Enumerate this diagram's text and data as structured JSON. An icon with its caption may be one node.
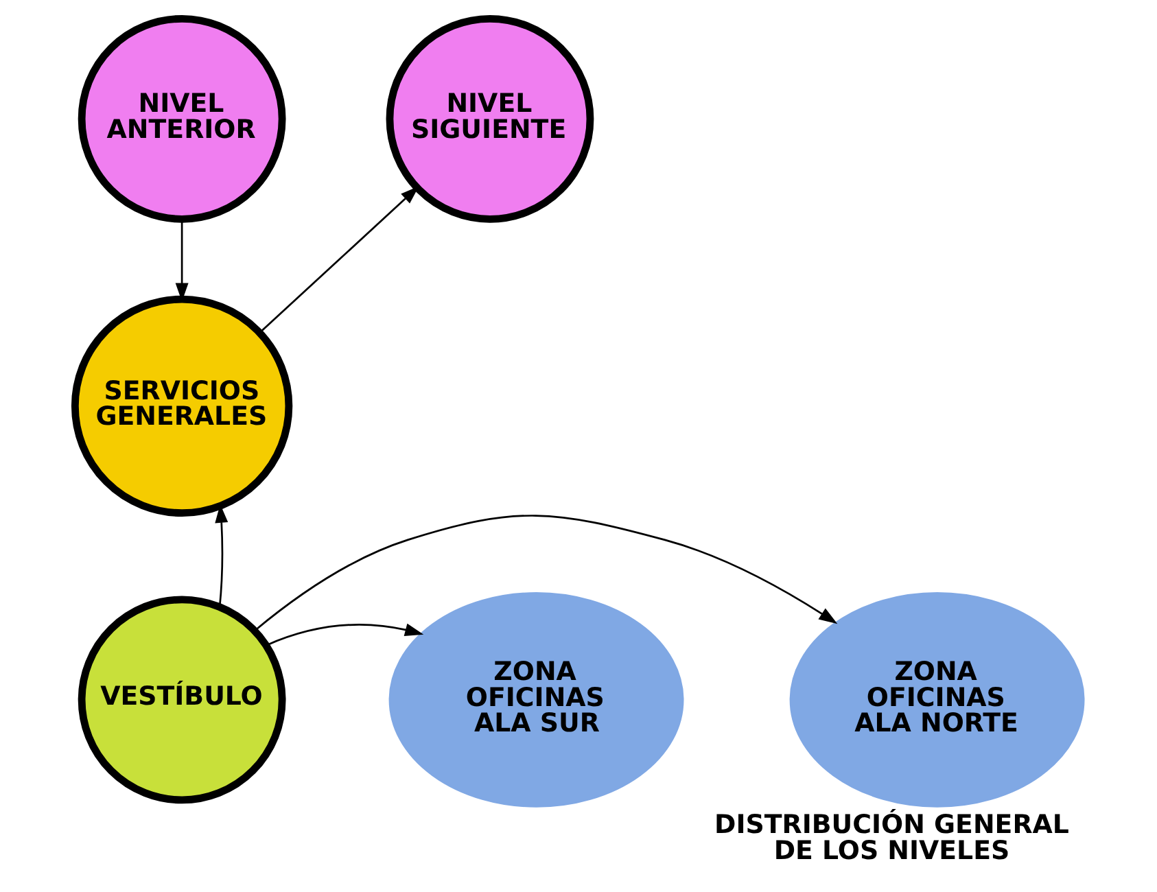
{
  "diagram": {
    "caption": "DISTRIBUCIÓN GENERAL DE LOS NIVELES",
    "nodes": [
      {
        "text": [
          "NIVEL ANTERIOR"
        ]
      },
      {
        "text": [
          "NIVEL SIGUIENTE"
        ]
      },
      {
        "text": [
          "SERVICIOS GENERALES"
        ]
      },
      {
        "text": [
          "ZONA OFICINAS ALA NORTE"
        ]
      },
      {
        "text": [
          "VESTÍBULO"
        ]
      },
      {
        "text": [
          "ZONA OFICINAS ALA SUR"
        ]
      }
    ],
    "edges": [
      {
        "from": 0,
        "to": 2,
        "arrow": "to"
      },
      {
        "from": 2,
        "to": 1,
        "arrow": "to"
      },
      {
        "from": 4,
        "to": 2,
        "arrow": "to"
      },
      {
        "from": 4,
        "to": 3,
        "arrow": "to"
      },
      {
        "from": 4,
        "to": 5,
        "arrow": "to"
      }
    ]
  }
}
